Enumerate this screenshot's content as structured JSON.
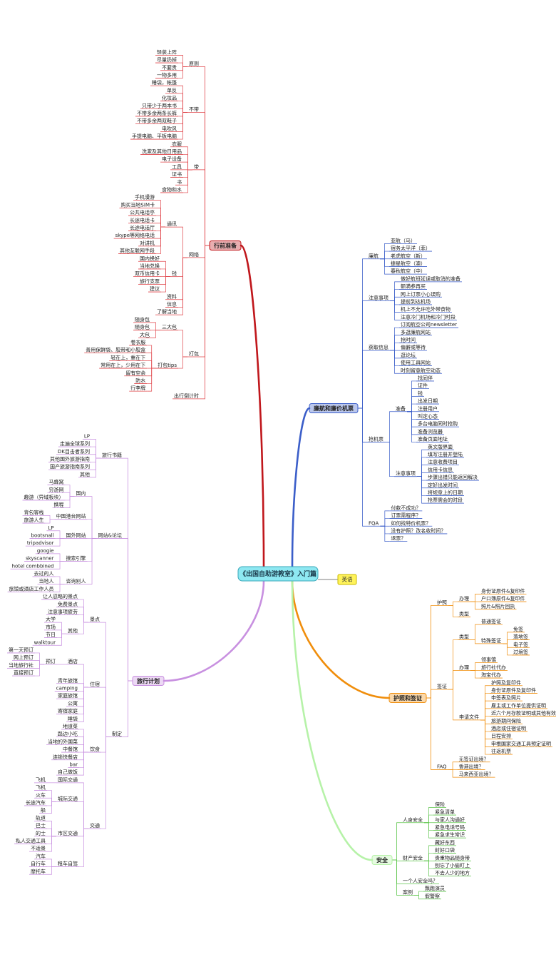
{
  "root": {
    "label": "《出国自助游教室》入门篇",
    "note": "英语"
  },
  "branches": [
    {
      "label": "行前准备",
      "color": "#c0171c",
      "side": "left",
      "children": [
        {
          "label": "原则",
          "children": [
            {
              "label": "轻装上阵"
            },
            {
              "label": "尽量扔掉"
            },
            {
              "label": "不要贵"
            },
            {
              "label": "一物多用"
            }
          ]
        },
        {
          "label": "不带",
          "children": [
            {
              "label": "睡袋，帐篷"
            },
            {
              "label": "单反"
            },
            {
              "label": "化妆品"
            },
            {
              "label": "只带少于两本书"
            },
            {
              "label": "不带多余两条长裤"
            },
            {
              "label": "不带多余两双鞋子"
            },
            {
              "label": "电吹风"
            },
            {
              "label": "手提电脑、平板电脑"
            }
          ]
        },
        {
          "label": "带",
          "children": [
            {
              "label": "衣服"
            },
            {
              "label": "洗漱及其他日用品"
            },
            {
              "label": "电子设备"
            },
            {
              "label": "工具"
            },
            {
              "label": "证书"
            },
            {
              "label": "书"
            },
            {
              "label": "食物和水"
            }
          ]
        },
        {
          "label": "网络",
          "children": [
            {
              "label": "通讯",
              "children": [
                {
                  "label": "手机漫游"
                },
                {
                  "label": "购买当地SIM卡"
                },
                {
                  "label": "公共电话亭"
                },
                {
                  "label": "长途电话卡"
                },
                {
                  "label": "长途电话厅"
                },
                {
                  "label": "skype等网络电话"
                },
                {
                  "label": "对讲机"
                },
                {
                  "label": "其他互联网手段"
                }
              ]
            },
            {
              "label": "钱",
              "children": [
                {
                  "label": "国内换好"
                },
                {
                  "label": "当地兑换"
                },
                {
                  "label": "双币信用卡"
                },
                {
                  "label": "旅行支票"
                },
                {
                  "label": "建议"
                }
              ]
            },
            {
              "label": "资料"
            },
            {
              "label": "信息"
            },
            {
              "label": "了解当地"
            }
          ]
        },
        {
          "label": "打包",
          "children": [
            {
              "label": "三大包",
              "children": [
                {
                  "label": "随身包"
                },
                {
                  "label": "随身包"
                },
                {
                  "label": "大包"
                }
              ]
            },
            {
              "label": "打包tips",
              "children": [
                {
                  "label": "卷衣服"
                },
                {
                  "label": "善用保鲜袋、胶带和小胶盒"
                },
                {
                  "label": "轻在上，重在下"
                },
                {
                  "label": "常用在上，少用在下"
                },
                {
                  "label": "留有空余"
                },
                {
                  "label": "防水"
                },
                {
                  "label": "行李牌"
                }
              ]
            }
          ]
        },
        {
          "label": "出行倒计时"
        }
      ]
    },
    {
      "label": "旅行计划",
      "color": "#c890e0",
      "side": "left",
      "children": [
        {
          "label": "旅行书籍",
          "children": [
            {
              "label": "LP"
            },
            {
              "label": "走遍全球系列"
            },
            {
              "label": "DK目击者系列"
            },
            {
              "label": "其他国外旅游指南"
            },
            {
              "label": "国产旅游指南系列"
            },
            {
              "label": "其他"
            }
          ]
        },
        {
          "label": "网站&论坛",
          "children": [
            {
              "label": "国内",
              "children": [
                {
                  "label": "马蜂窝"
                },
                {
                  "label": "穷游网"
                },
                {
                  "label": "趣游（异域板块）"
                },
                {
                  "label": "携程"
                }
              ]
            },
            {
              "label": "中国港台网站",
              "children": [
                {
                  "label": "背包客栈"
                },
                {
                  "label": "旅游人生"
                }
              ]
            },
            {
              "label": "国外网站",
              "children": [
                {
                  "label": "LP"
                },
                {
                  "label": "bootsnall"
                },
                {
                  "label": "tripadvisor"
                }
              ]
            },
            {
              "label": "搜索引擎",
              "children": [
                {
                  "label": "googie"
                },
                {
                  "label": "skyscanner"
                },
                {
                  "label": "hotel combbined"
                }
              ]
            },
            {
              "label": "咨询别人",
              "children": [
                {
                  "label": "去过的人"
                },
                {
                  "label": "当地人"
                },
                {
                  "label": "旅馆或酒店工作人员"
                }
              ]
            }
          ]
        },
        {
          "label": "制定",
          "children": [
            {
              "label": "景点",
              "children": [
                {
                  "label": "让人忍略的景点"
                },
                {
                  "label": "免费景点"
                },
                {
                  "label": "注意事项疲劳"
                },
                {
                  "label": "其他",
                  "children": [
                    {
                      "label": "大学"
                    },
                    {
                      "label": "市场"
                    },
                    {
                      "label": "节日"
                    },
                    {
                      "label": "walktour"
                    }
                  ]
                }
              ]
            },
            {
              "label": "住宿",
              "children": [
                {
                  "label": "酒店",
                  "children": [
                    {
                      "label": "预订",
                      "children": [
                        {
                          "label": "第一天预订"
                        },
                        {
                          "label": "网上预订"
                        },
                        {
                          "label": "当地旅行社"
                        },
                        {
                          "label": "直接预订"
                        }
                      ]
                    }
                  ]
                },
                {
                  "label": "青年旅馆"
                },
                {
                  "label": "camping"
                },
                {
                  "label": "家庭旅馆"
                },
                {
                  "label": "公寓"
                },
                {
                  "label": "寄宿家庭"
                },
                {
                  "label": "睡袋"
                }
              ]
            },
            {
              "label": "饮食",
              "children": [
                {
                  "label": "地道菜"
                },
                {
                  "label": "路边小吃"
                },
                {
                  "label": "当地的外国菜"
                },
                {
                  "label": "中餐馆"
                },
                {
                  "label": "连锁快餐店"
                },
                {
                  "label": "bar"
                },
                {
                  "label": "自己做饭"
                }
              ]
            },
            {
              "label": "交通",
              "children": [
                {
                  "label": "国际交通",
                  "children": [
                    {
                      "label": "飞机"
                    }
                  ]
                },
                {
                  "label": "城际交通",
                  "children": [
                    {
                      "label": "飞机"
                    },
                    {
                      "label": "火车"
                    },
                    {
                      "label": "长途汽车"
                    },
                    {
                      "label": "船"
                    }
                  ]
                },
                {
                  "label": "市区交通",
                  "children": [
                    {
                      "label": "轨道"
                    },
                    {
                      "label": "巴士"
                    },
                    {
                      "label": "的士"
                    },
                    {
                      "label": "私人交通工具"
                    },
                    {
                      "label": "不适景"
                    }
                  ]
                },
                {
                  "label": "租车自驾",
                  "children": [
                    {
                      "label": "汽车"
                    },
                    {
                      "label": "自行车"
                    },
                    {
                      "label": "摩托车"
                    }
                  ]
                }
              ]
            }
          ]
        }
      ]
    },
    {
      "label": "廉航和廉价机票",
      "color": "#3b5ec9",
      "side": "right",
      "children": [
        {
          "label": "廉航",
          "children": [
            {
              "label": "亚航（马）"
            },
            {
              "label": "宿务太平洋（菲）"
            },
            {
              "label": "老虎航空（新）"
            },
            {
              "label": "捷星航空（澳）"
            },
            {
              "label": "春秋航空（中）"
            }
          ]
        },
        {
          "label": "注意事项",
          "children": [
            {
              "label": "做好航班延误或取消的准备"
            },
            {
              "label": "额满参再买"
            },
            {
              "label": "网上订票小心误购"
            },
            {
              "label": "提前到达机场"
            },
            {
              "label": "机上不允许吃外带食物"
            },
            {
              "label": "注意冷门机场和冷门时段"
            }
          ]
        },
        {
          "label": "获取信息",
          "children": [
            {
              "label": "订阅航空公司newsletter"
            },
            {
              "label": "多逛廉航网站"
            },
            {
              "label": "抢时间"
            },
            {
              "label": "偏僻或等待"
            },
            {
              "label": "逛论坛"
            },
            {
              "label": "使用工具网站"
            },
            {
              "label": "时刻留意航空动态"
            }
          ]
        },
        {
          "label": "抢机票",
          "children": [
            {
              "label": "准备",
              "children": [
                {
                  "label": "找同伴"
                },
                {
                  "label": "证件"
                },
                {
                  "label": "钱"
                },
                {
                  "label": "出发日期"
                },
                {
                  "label": "注册用户"
                },
                {
                  "label": "叫定心态"
                },
                {
                  "label": "多台电脑同时抢购"
                },
                {
                  "label": "准备浏览器"
                },
                {
                  "label": "准备页面地址"
                }
              ]
            },
            {
              "label": "注意事项",
              "children": [
                {
                  "label": "英文版界面"
                },
                {
                  "label": "填写注册并登陆"
                },
                {
                  "label": "注意收费项目"
                },
                {
                  "label": "信用卡信息"
                },
                {
                  "label": "步骤出错只能返回解决"
                },
                {
                  "label": "定好出发时间"
                },
                {
                  "label": "将规章上的日期"
                },
                {
                  "label": "抢票需会的时段"
                }
              ]
            }
          ]
        },
        {
          "label": "FQA",
          "children": [
            {
              "label": "付款不成功？"
            },
            {
              "label": "订票需程序？"
            },
            {
              "label": "如何找特价机票？"
            },
            {
              "label": "没有护照？改名收时间？"
            },
            {
              "label": "退票？"
            }
          ]
        }
      ]
    },
    {
      "label": "护照和签证",
      "color": "#f08e0c",
      "side": "right",
      "children": [
        {
          "label": "护照",
          "children": [
            {
              "label": "办理",
              "children": [
                {
                  "label": "身份证原件&复印件"
                },
                {
                  "label": "户口簿原件&复印件"
                },
                {
                  "label": "照片&照片回执"
                }
              ]
            },
            {
              "label": "类型"
            }
          ]
        },
        {
          "label": "签证",
          "children": [
            {
              "label": "类型",
              "children": [
                {
                  "label": "普通签证"
                },
                {
                  "label": "特殊签证",
                  "children": [
                    {
                      "label": "免签"
                    },
                    {
                      "label": "落地签"
                    },
                    {
                      "label": "电子签"
                    },
                    {
                      "label": "过境签"
                    }
                  ]
                }
              ]
            },
            {
              "label": "办理",
              "children": [
                {
                  "label": "领事馆"
                },
                {
                  "label": "旅行社代办"
                },
                {
                  "label": "淘宝代办"
                }
              ]
            },
            {
              "label": "申请文件",
              "children": [
                {
                  "label": "护照及复印件"
                },
                {
                  "label": "身份证原件及复印件"
                },
                {
                  "label": "申签表及照片"
                },
                {
                  "label": "雇主或工作单位提供证明"
                },
                {
                  "label": "近六个月存款证明或其他有效证件"
                },
                {
                  "label": "旅游期间保险"
                },
                {
                  "label": "酒店或住宿证明"
                },
                {
                  "label": "日程安排"
                },
                {
                  "label": "申根国家交通工具预定证明"
                },
                {
                  "label": "往返机票"
                }
              ]
            }
          ]
        },
        {
          "label": "FAQ",
          "children": [
            {
              "label": "无签证出境？"
            },
            {
              "label": "香港出境？"
            },
            {
              "label": "马来西亚出境？"
            }
          ]
        }
      ]
    },
    {
      "label": "安全",
      "color": "#b6f2a8",
      "side": "right",
      "children": [
        {
          "label": "人身安全",
          "children": [
            {
              "label": "保险"
            },
            {
              "label": "紧急清单"
            },
            {
              "label": "与家人沟通好"
            },
            {
              "label": "紧急电话号码"
            },
            {
              "label": "紧急求生常识"
            }
          ]
        },
        {
          "label": "财产安全",
          "children": [
            {
              "label": "藏好东西"
            },
            {
              "label": "封好口袋"
            },
            {
              "label": "贵重物品随身带"
            },
            {
              "label": "别忘了小偷盯上"
            },
            {
              "label": "不去人少的地方"
            }
          ]
        },
        {
          "label": "一个人安全吗？"
        },
        {
          "label": "案例",
          "children": [
            {
              "label": "飘跑演员"
            },
            {
              "label": "假警察"
            }
          ]
        }
      ]
    }
  ]
}
